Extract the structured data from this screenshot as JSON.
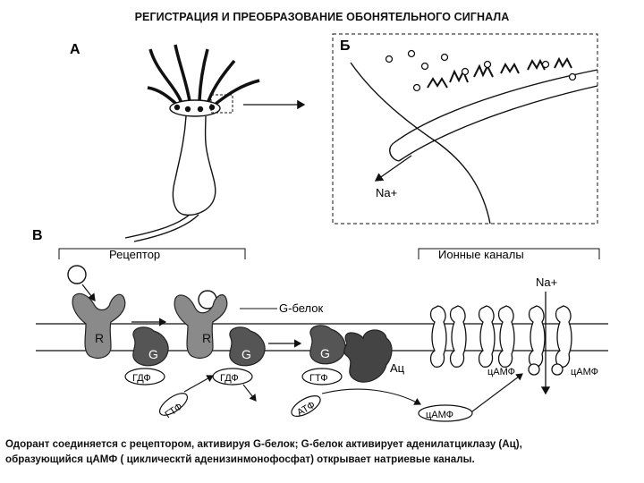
{
  "title": "РЕГИСТРАЦИЯ И ПРЕОБРАЗОВАНИЕ ОБОНЯТЕЛЬНОГО СИГНАЛА",
  "panels": {
    "a": "А",
    "b": "Б",
    "v": "В"
  },
  "labels": {
    "na_plus_b": "Na+",
    "receptor": "Рецептор",
    "ion_channels": "Ионные каналы",
    "g_protein": "G-белок",
    "na_plus_v": "Na+",
    "r1": "R",
    "r2": "R",
    "g1": "G",
    "g2": "G",
    "g3": "G",
    "ac": "Ац",
    "gdp1": "ГДФ",
    "gdp2": "ГДФ",
    "gtp_free": "ГТФ",
    "gtp_bound": "ГТФ",
    "atp": "АТФ",
    "camp_left": "цАМФ",
    "camp_right": "цАМФ",
    "camp_bottom": "цАМФ"
  },
  "caption": {
    "line1": "Одорант соединяется с рецептором, активируя  G-белок; G-белок активирует аденилатциклазу (Ац),",
    "line2": "образующийся цАМФ ( циклическтй аденизинмонофосфат) открывает  натриевые каналы."
  }
}
